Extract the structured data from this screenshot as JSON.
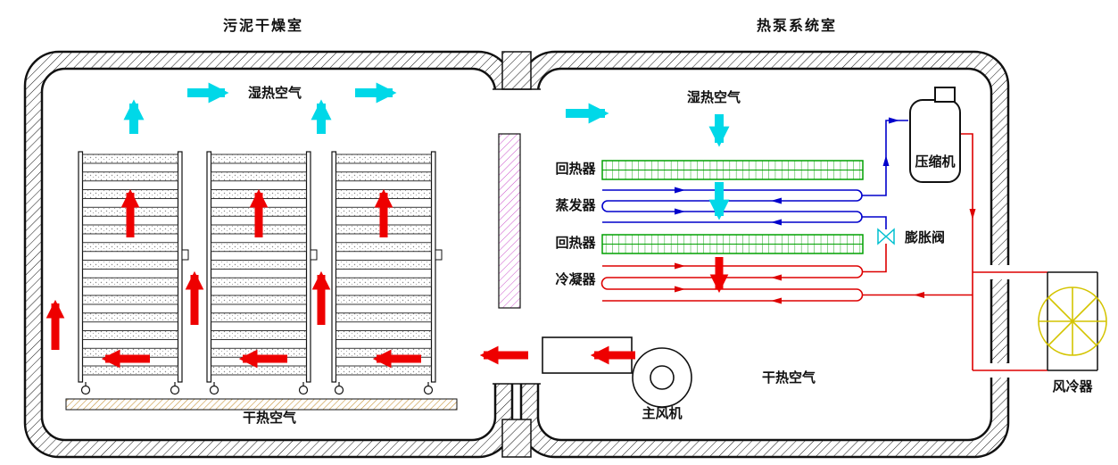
{
  "titles": {
    "left_room": "污泥干燥室",
    "right_room": "热泵系统室"
  },
  "labels": {
    "humid_air_left": "湿热空气",
    "humid_air_right": "湿热空气",
    "dry_air_left": "干热空气",
    "dry_air_right": "干热空气"
  },
  "components": {
    "regenerator_top": "回热器",
    "evaporator": "蒸发器",
    "regenerator_bottom": "回热器",
    "condenser": "冷凝器",
    "compressor": "压缩机",
    "expansion_valve": "膨胀阀",
    "air_cooler": "风冷器",
    "main_fan": "主风机"
  },
  "colors": {
    "humid_air_arrow": "#00d8e8",
    "dry_air_arrow": "#ee0000",
    "regenerator": "#00a000",
    "evaporator_line": "#0000cc",
    "condenser_line": "#dd0000",
    "partition_hatch": "#cc55cc",
    "fan_symbol": "#d4c400",
    "floor_hatch": "#c8963c",
    "wall": "#111111"
  }
}
